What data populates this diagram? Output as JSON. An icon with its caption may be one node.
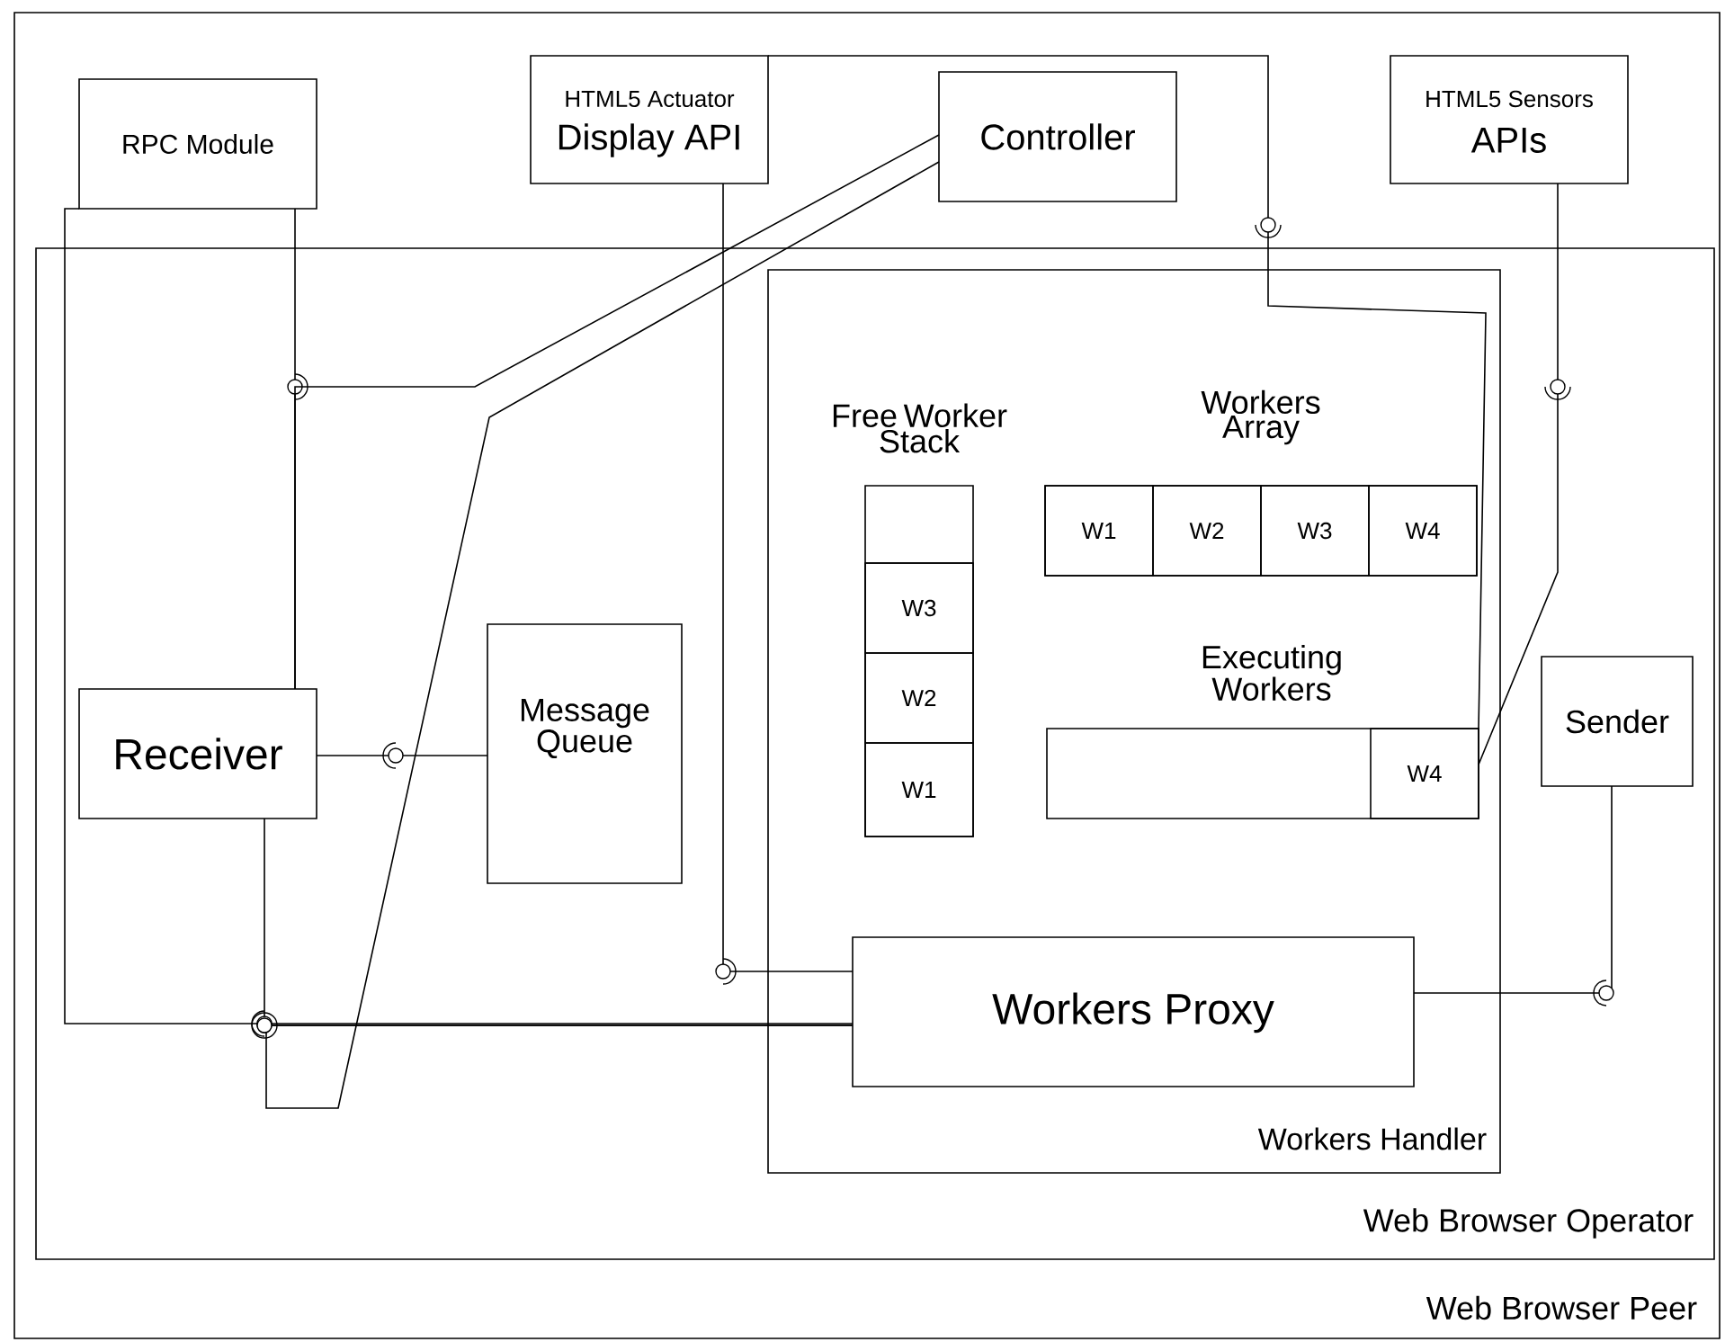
{
  "diagram": {
    "nodes": [
      {
        "text": [
          "Web Browser Peer"
        ]
      },
      {
        "text": [
          "RPC Module"
        ],
        "in": 0
      },
      {
        "text": [
          "HTML5 Actuator",
          "Display API"
        ],
        "in": 0
      },
      {
        "text": [
          "Controller"
        ],
        "in": 0
      },
      {
        "text": [
          "HTML5 Sensors",
          "APIs"
        ],
        "in": 0
      },
      {
        "text": [
          "Web Browser Operator"
        ],
        "in": 0
      },
      {
        "text": [
          "Workers Handler"
        ],
        "in": 5
      },
      {
        "text": [
          "Free Worker Stack"
        ],
        "in": 6
      },
      {
        "text": [
          "W3"
        ],
        "in": 7
      },
      {
        "text": [
          "W2"
        ],
        "in": 7
      },
      {
        "text": [
          "W1"
        ],
        "in": 7
      },
      {
        "text": [
          "Workers Array"
        ],
        "in": 6
      },
      {
        "text": [
          "W1"
        ],
        "in": 11
      },
      {
        "text": [
          "W2"
        ],
        "in": 11
      },
      {
        "text": [
          "W3"
        ],
        "in": 11
      },
      {
        "text": [
          "W4"
        ],
        "in": 11
      },
      {
        "text": [
          "Executing Workers"
        ],
        "in": 6
      },
      {
        "text": [
          "W4"
        ],
        "in": 16
      },
      {
        "text": [
          "Receiver"
        ],
        "in": 5
      },
      {
        "text": [
          "Message Queue"
        ],
        "in": 5
      },
      {
        "text": [
          "Sender"
        ],
        "in": 5
      },
      {
        "text": [
          "Workers Proxy"
        ],
        "in": 6
      }
    ],
    "edges": [
      {
        "from": 1,
        "to": 18,
        "arrow": "none"
      },
      {
        "from": 3,
        "to": 18,
        "arrow": "none"
      },
      {
        "from": 18,
        "to": 19,
        "arrow": "none"
      },
      {
        "from": 18,
        "to": 21,
        "arrow": "none"
      },
      {
        "from": 1,
        "to": 21,
        "arrow": "none"
      },
      {
        "from": 3,
        "to": 21,
        "arrow": "none"
      },
      {
        "from": 2,
        "to": 21,
        "arrow": "none"
      },
      {
        "from": 2,
        "to": 17,
        "arrow": "none"
      },
      {
        "from": 4,
        "to": 17,
        "arrow": "none"
      },
      {
        "from": 20,
        "to": 21,
        "arrow": "none"
      }
    ]
  }
}
